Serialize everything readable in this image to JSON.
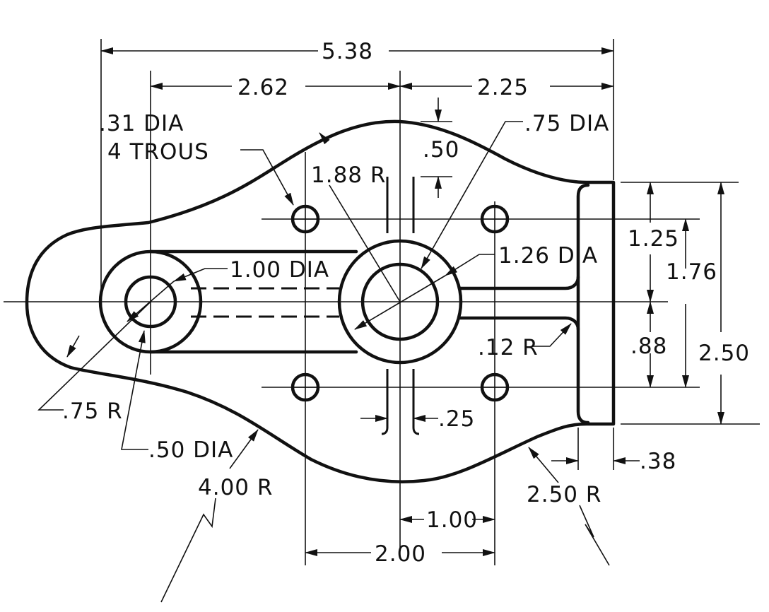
{
  "dimensions": {
    "overall_width": "5.38",
    "left_span": "2.62",
    "right_span": "2.25",
    "small_hole_note_1": ".31 DIA",
    "small_hole_note_2": "4 TROUS",
    "top_radius": "1.88 R",
    "boss_bore": ".75 DIA",
    "rib_offset": ".50",
    "slot_width": "1.00 DIA",
    "center_boss": "1.26 DIA",
    "v_1_25": "1.25",
    "v_1_76": "1.76",
    "v_2_50": "2.50",
    "v_88": ".88",
    "fillet": ".12 R",
    "left_radius": ".75 R",
    "left_hole": ".50 DIA",
    "rib_width": ".25",
    "flange": ".38",
    "bottom_left_radius": "4.00 R",
    "bottom_right_radius": "2.50 R",
    "hole_spacing_half": "1.00",
    "hole_spacing": "2.00"
  },
  "colors": {
    "line": "#111111",
    "paper": "#ffffff"
  }
}
